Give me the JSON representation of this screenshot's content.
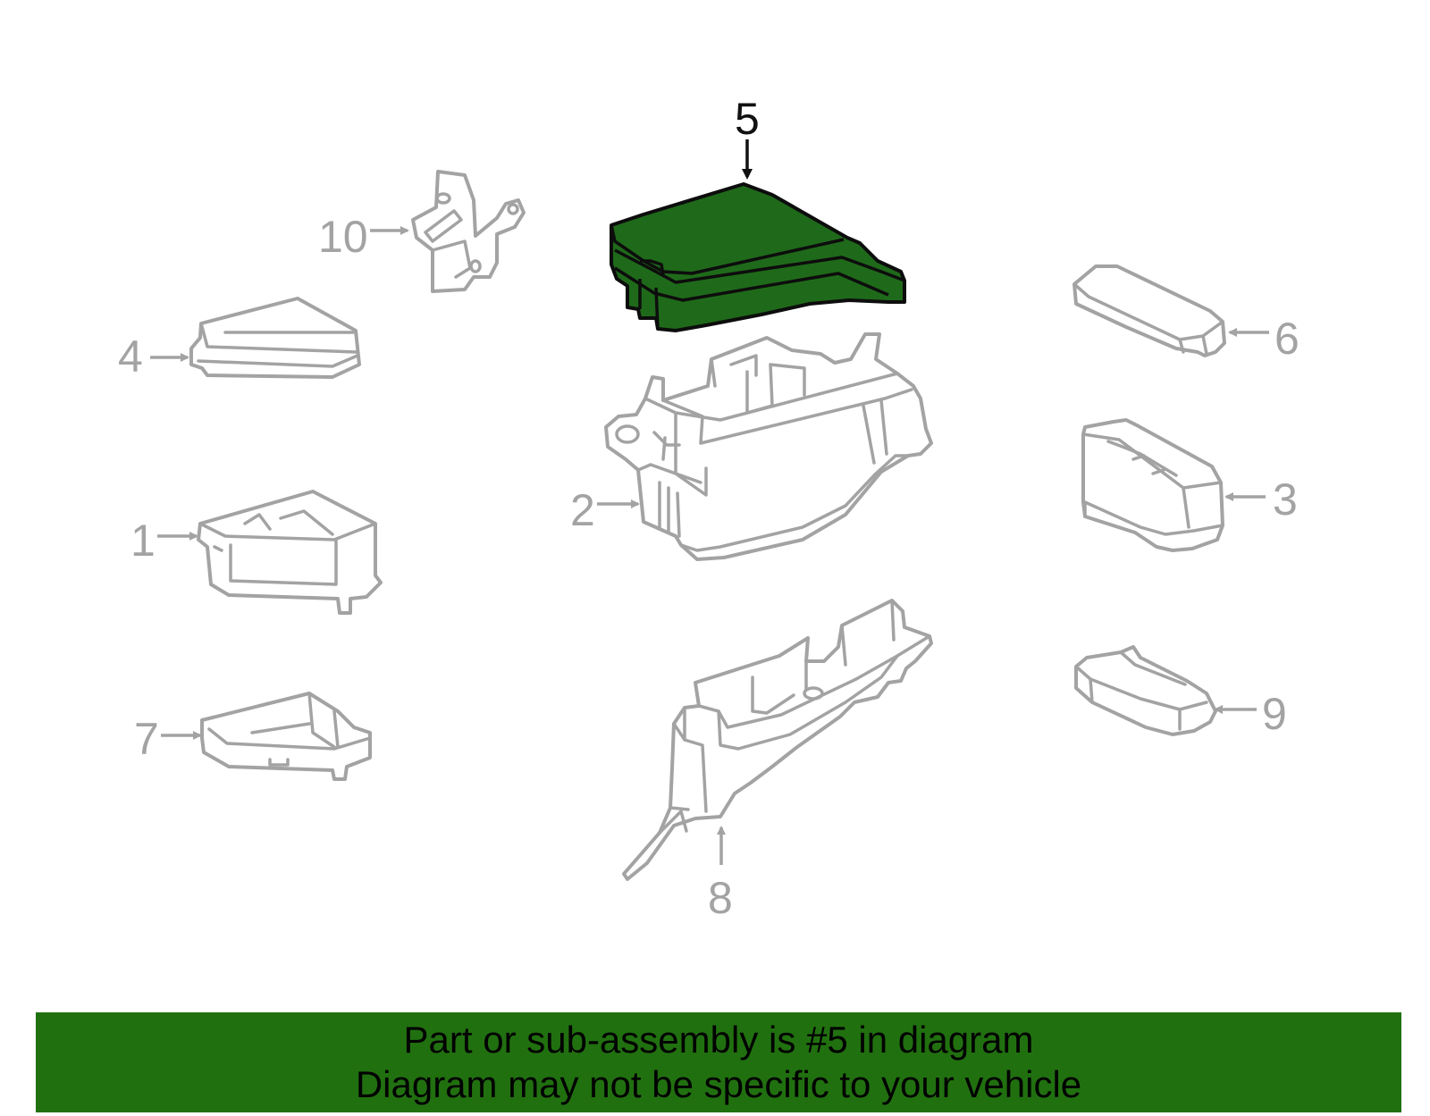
{
  "colors": {
    "highlight_fill": "#1f6a1a",
    "part_outline": "#a3a3a3",
    "banner_bg": "#217010"
  },
  "callouts": [
    {
      "id": "1",
      "label": "1"
    },
    {
      "id": "2",
      "label": "2"
    },
    {
      "id": "3",
      "label": "3"
    },
    {
      "id": "4",
      "label": "4"
    },
    {
      "id": "5",
      "label": "5",
      "highlighted": true
    },
    {
      "id": "6",
      "label": "6"
    },
    {
      "id": "7",
      "label": "7"
    },
    {
      "id": "8",
      "label": "8"
    },
    {
      "id": "9",
      "label": "9"
    },
    {
      "id": "10",
      "label": "10"
    }
  ],
  "banner": {
    "line1": "Part or sub-assembly is #5 in diagram",
    "line2": "Diagram may not be specific to your vehicle"
  }
}
